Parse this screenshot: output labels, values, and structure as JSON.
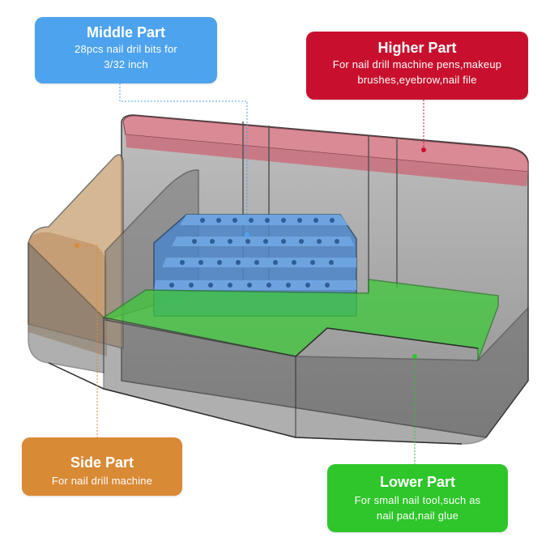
{
  "callouts": {
    "middle": {
      "title": "Middle Part",
      "desc_line1": "28pcs nail dril bits for",
      "desc_line2": "3/32 inch"
    },
    "higher": {
      "title": "Higher Part",
      "desc_line1": "For nail drill machine pens,makeup",
      "desc_line2": "brushes,eyebrow,nail file"
    },
    "side": {
      "title": "Side Part",
      "desc_line1": "For nail drill machine"
    },
    "lower": {
      "title": "Lower Part",
      "desc_line1": "For small nail tool,such as",
      "desc_line2": "nail pad,nail glue"
    }
  },
  "colors": {
    "middle": "#4da3ee",
    "higher": "#c8102e",
    "side": "#d98a35",
    "lower": "#2ec62a",
    "organizer_smoke": "#6b6b6b"
  }
}
